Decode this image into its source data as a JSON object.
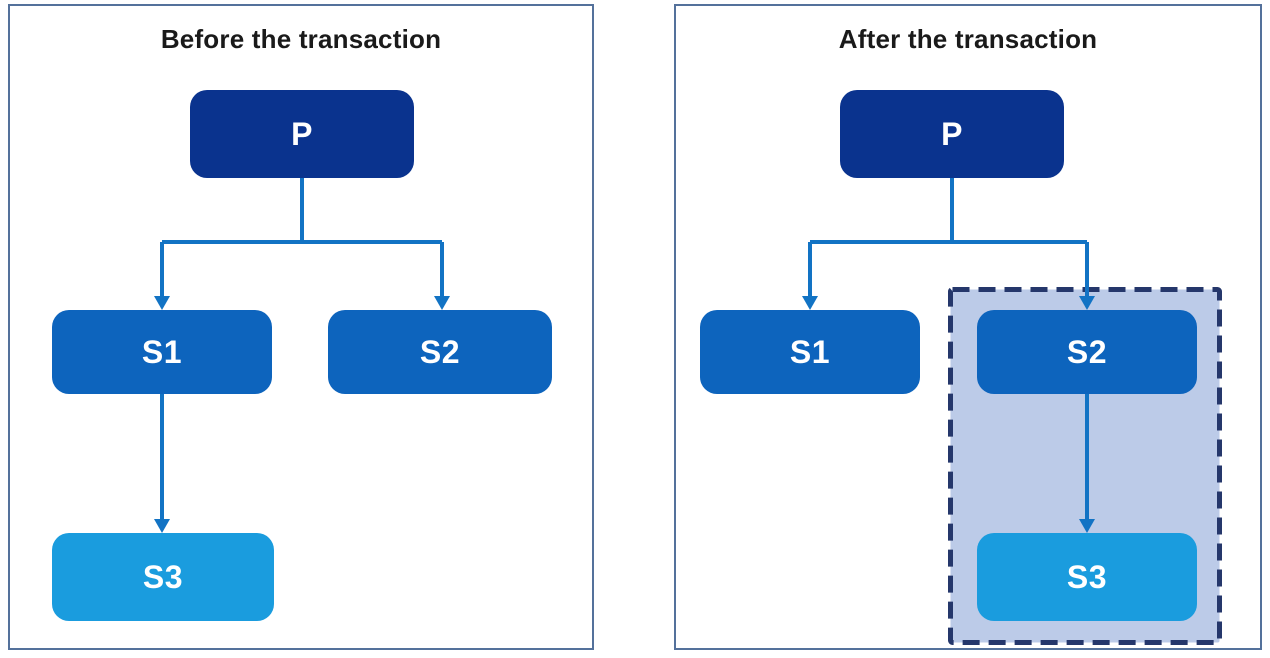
{
  "diagram": {
    "type": "org-chart-comparison",
    "panels": [
      {
        "id": "before",
        "title": "Before the transaction",
        "nodes": [
          {
            "id": "P",
            "label": "P",
            "role": "parent"
          },
          {
            "id": "S1",
            "label": "S1",
            "role": "subsidiary"
          },
          {
            "id": "S2",
            "label": "S2",
            "role": "subsidiary"
          },
          {
            "id": "S3",
            "label": "S3",
            "role": "sub-subsidiary"
          }
        ],
        "edges": [
          [
            "P",
            "S1"
          ],
          [
            "P",
            "S2"
          ],
          [
            "S1",
            "S3"
          ]
        ],
        "highlight": null
      },
      {
        "id": "after",
        "title": "After the transaction",
        "nodes": [
          {
            "id": "P",
            "label": "P",
            "role": "parent"
          },
          {
            "id": "S1",
            "label": "S1",
            "role": "subsidiary"
          },
          {
            "id": "S2",
            "label": "S2",
            "role": "subsidiary"
          },
          {
            "id": "S3",
            "label": "S3",
            "role": "sub-subsidiary"
          }
        ],
        "edges": [
          [
            "P",
            "S1"
          ],
          [
            "P",
            "S2"
          ],
          [
            "S2",
            "S3"
          ]
        ],
        "highlight": {
          "contains": [
            "S2",
            "S3"
          ],
          "style": "dashed-box"
        }
      }
    ],
    "colors": {
      "node-p": "#0a338e",
      "node-s": "#0d64bd",
      "node-s3": "#1a9cde",
      "connector": "#1273c4",
      "panel-border": "#54719b",
      "highlight-fill": "#bccbe8",
      "highlight-border": "#25376b",
      "node-text": "#ffffff",
      "title-text": "#1a1a1a",
      "background": "#ffffff"
    }
  }
}
